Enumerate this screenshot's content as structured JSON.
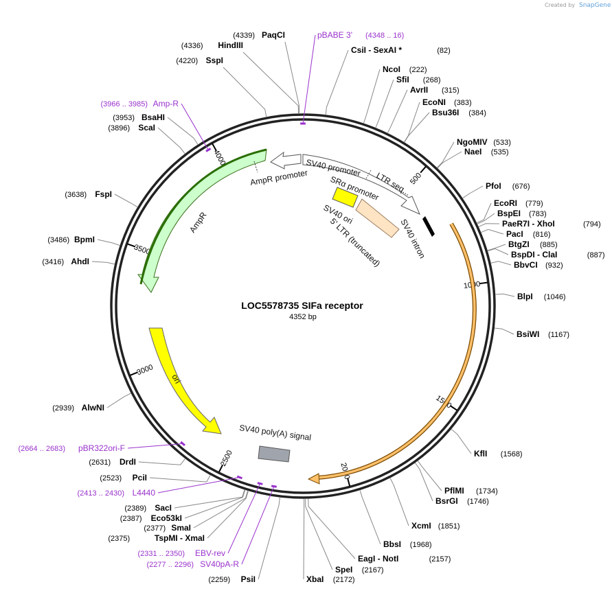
{
  "credit": {
    "prefix": "Created by",
    "brand": "SnapGene"
  },
  "plasmid": {
    "name": "LOC5578735 SIFa receptor",
    "size_label": "4352 bp",
    "length": 4352
  },
  "colors": {
    "enzyme": "#000000",
    "primer": "#9932cc",
    "amp": "#ccffcc",
    "ampStroke": "#2a6e00",
    "ori": "#ffff00",
    "ltr": "#ffe4c4",
    "insert": "#ffa500",
    "polyA": "#a0a4ac"
  },
  "ticks": [
    {
      "pos": 500,
      "label": "500"
    },
    {
      "pos": 1000,
      "label": "1000"
    },
    {
      "pos": 1500,
      "label": "1500"
    },
    {
      "pos": 2000,
      "label": "2000"
    },
    {
      "pos": 2500,
      "label": "2500"
    },
    {
      "pos": 3000,
      "label": "3000"
    },
    {
      "pos": 3500,
      "label": "3500"
    },
    {
      "pos": 4000,
      "label": "4000"
    }
  ],
  "enzymes": [
    {
      "pos": 4339,
      "name": "PaqCI",
      "num": "(4339)"
    },
    {
      "pos": 4336,
      "name": "HindIII",
      "num": "(4336)"
    },
    {
      "pos": 4220,
      "name": "SspI",
      "num": "(4220)"
    },
    {
      "pos": 82,
      "name": "CsiI  -  SexAI *",
      "num": "(82)"
    },
    {
      "pos": 222,
      "name": "NcoI",
      "num": "(222)"
    },
    {
      "pos": 268,
      "name": "SfiI",
      "num": "(268)"
    },
    {
      "pos": 315,
      "name": "AvrII",
      "num": "(315)"
    },
    {
      "pos": 383,
      "name": "EcoNI",
      "num": "(383)"
    },
    {
      "pos": 384,
      "name": "Bsu36I",
      "num": "(384)"
    },
    {
      "pos": 533,
      "name": "NgoMIV",
      "num": "(533)"
    },
    {
      "pos": 535,
      "name": "NaeI",
      "num": "(535)"
    },
    {
      "pos": 676,
      "name": "PfoI",
      "num": "(676)"
    },
    {
      "pos": 779,
      "name": "EcoRI",
      "num": "(779)"
    },
    {
      "pos": 783,
      "name": "BspEI",
      "num": "(783)"
    },
    {
      "pos": 794,
      "name": "PaeR7I  -  XhoI",
      "num": "(794)"
    },
    {
      "pos": 816,
      "name": "PacI",
      "num": "(816)"
    },
    {
      "pos": 885,
      "name": "BtgZI",
      "num": "(885)"
    },
    {
      "pos": 887,
      "name": "BspDI  -  ClaI",
      "num": "(887)"
    },
    {
      "pos": 932,
      "name": "BbvCI",
      "num": "(932)"
    },
    {
      "pos": 1046,
      "name": "BlpI",
      "num": "(1046)"
    },
    {
      "pos": 1167,
      "name": "BsiWI",
      "num": "(1167)"
    },
    {
      "pos": 1568,
      "name": "KflI",
      "num": "(1568)"
    },
    {
      "pos": 1734,
      "name": "PflMI",
      "num": "(1734)"
    },
    {
      "pos": 1746,
      "name": "BsrGI",
      "num": "(1746)"
    },
    {
      "pos": 1851,
      "name": "XcmI",
      "num": "(1851)"
    },
    {
      "pos": 1968,
      "name": "BbsI",
      "num": "(1968)"
    },
    {
      "pos": 2157,
      "name": "EagI  -  NotI",
      "num": "(2157)"
    },
    {
      "pos": 2167,
      "name": "SpeI",
      "num": "(2167)"
    },
    {
      "pos": 2172,
      "name": "XbaI",
      "num": "(2172)"
    },
    {
      "pos": 2259,
      "name": "PsiI",
      "num": "(2259)"
    },
    {
      "pos": 2375,
      "name": "TspMI  -  XmaI",
      "num": "(2375)"
    },
    {
      "pos": 2377,
      "name": "SmaI",
      "num": "(2377)"
    },
    {
      "pos": 2387,
      "name": "Eco53kI",
      "num": "(2387)"
    },
    {
      "pos": 2389,
      "name": "SacI",
      "num": "(2389)"
    },
    {
      "pos": 2523,
      "name": "PciI",
      "num": "(2523)"
    },
    {
      "pos": 2631,
      "name": "DrdI",
      "num": "(2631)"
    },
    {
      "pos": 2939,
      "name": "AlwNI",
      "num": "(2939)"
    },
    {
      "pos": 3416,
      "name": "AhdI",
      "num": "(3416)"
    },
    {
      "pos": 3486,
      "name": "BpmI",
      "num": "(3486)"
    },
    {
      "pos": 3638,
      "name": "FspI",
      "num": "(3638)"
    },
    {
      "pos": 3896,
      "name": "ScaI",
      "num": "(3896)"
    },
    {
      "pos": 3953,
      "name": "BsaHI",
      "num": "(3953)"
    }
  ],
  "primers": [
    {
      "mid": 4352,
      "name": "pBABE 3'",
      "range": "(4348 .. 16)"
    },
    {
      "mid": 3975,
      "name": "Amp-R",
      "range": "(3966 .. 3985)"
    },
    {
      "mid": 2673,
      "name": "pBR322ori-F",
      "range": "(2664 .. 2683)"
    },
    {
      "mid": 2421,
      "name": "L4440",
      "range": "(2413 .. 2430)"
    },
    {
      "mid": 2340,
      "name": "EBV-rev",
      "range": "(2331 .. 2350)"
    },
    {
      "mid": 2286,
      "name": "SV40pA-R",
      "range": "(2277 .. 2296)"
    }
  ],
  "features": {
    "sv40_promoter": "SV40 promoter",
    "ltr_seq": "LTR seq...",
    "sra_promoter": "SRα promoter",
    "sv40_ori": "SV40 ori",
    "ltr_truncated": "5' LTR (truncated)",
    "sv40_intron": "SV40 intron",
    "ampr_promoter": "AmpR promoter",
    "ampr": "AmpR",
    "ori": "ori",
    "polyA": "SV40 poly(A) signal"
  }
}
